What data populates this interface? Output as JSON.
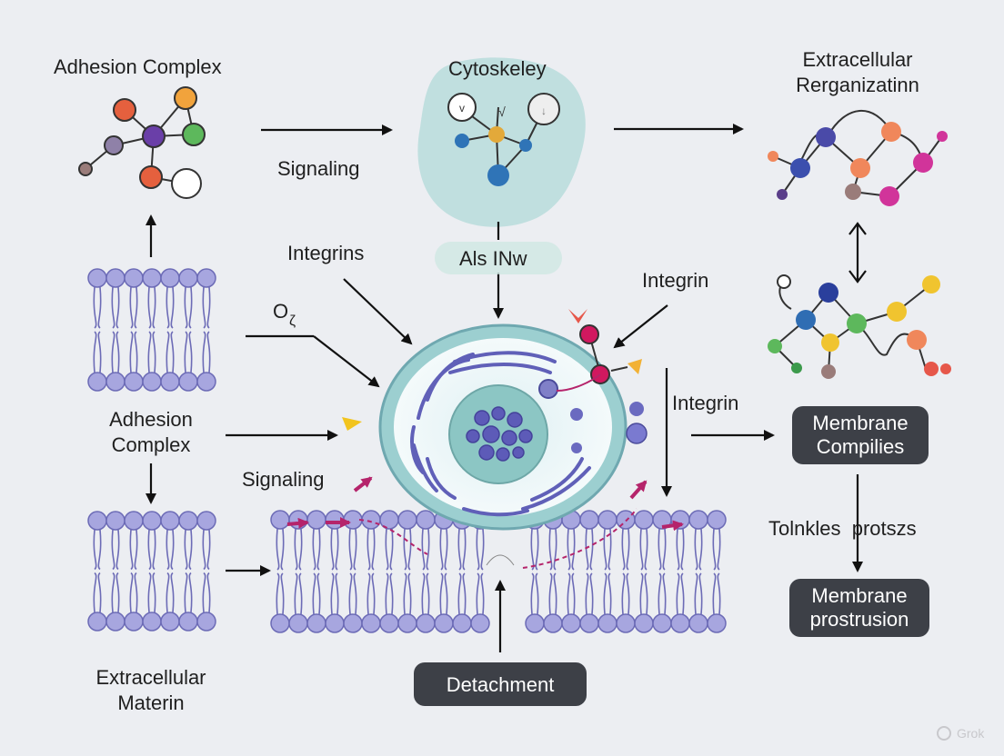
{
  "labels": {
    "adhesion_complex_top": "Adhesion Complex",
    "cytoskeley": "Cytoskeley",
    "extracellular_top_line1": "Extracellular",
    "extracellular_top_line2": "Rerganizatinn",
    "signaling_top": "Signaling",
    "integrins": "Integrins",
    "als_inw": "Als INw",
    "integrin_right": "Integrin",
    "o_label": "O",
    "o_sub": "ζ",
    "adhesion_complex_mid_line1": "Adhesion",
    "adhesion_complex_mid_line2": "Complex",
    "integrin_mid": "Integrin",
    "signaling_mid": "Signaling",
    "membrane_complies_line1": "Membrane",
    "membrane_complies_line2": "Compilies",
    "tolnkles_protszs": "Tolnkles  protszs",
    "membrane_prostrusion_line1": "Membrane",
    "membrane_prostrusion_line2": "prostrusion",
    "extracellular_bottom_line1": "Extracellular",
    "extracellular_bottom_line2": "Materin",
    "detachment": "Detachment",
    "watermark": "Grok"
  },
  "colors": {
    "background": "#eceef2",
    "lipid": "#a7a6df",
    "lipid_stroke": "#6c6bb6",
    "pill": "#3d4047",
    "pill_text": "#ffffff",
    "arrow": "#111111",
    "magenta": "#b5246b",
    "teal": "#9ccfd0"
  },
  "icons": [
    "arrow-icon",
    "molecule-network-icon",
    "lipid-bilayer-icon",
    "cell-icon",
    "nucleus-icon"
  ]
}
